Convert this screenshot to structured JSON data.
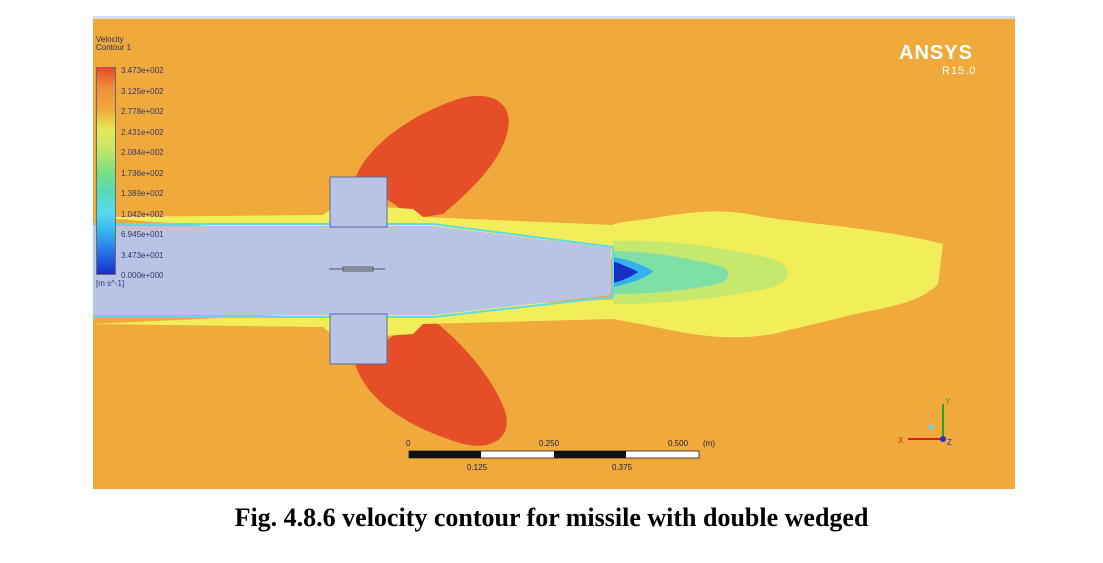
{
  "legend": {
    "title": "Velocity\nContour 1",
    "labels": [
      "3.473e+002",
      "3.125e+002",
      "2.778e+002",
      "2.431e+002",
      "2.084e+002",
      "1.736e+002",
      "1.389e+002",
      "1.042e+002",
      "6.945e+001",
      "3.473e+001",
      "0.000e+000"
    ],
    "units": "[m s^-1]"
  },
  "brand": {
    "name": "ANSYS",
    "version": "R15.0"
  },
  "scale": {
    "top_labels": [
      "0",
      "0.250",
      "0.500",
      "(m)"
    ],
    "bottom_labels": [
      "0.125",
      "0.375"
    ]
  },
  "axes": {
    "x": "X",
    "y": "Y",
    "z": "Z"
  },
  "colors": {
    "background": "#f0aa3c",
    "high_velocity": "#e54f28",
    "wake_yellow": "#f2ee5a",
    "body": "#b9c3e6",
    "low_velocity": "#1a2ec8"
  },
  "caption": "Fig. 4.8.6 velocity contour for missile with double wedged"
}
